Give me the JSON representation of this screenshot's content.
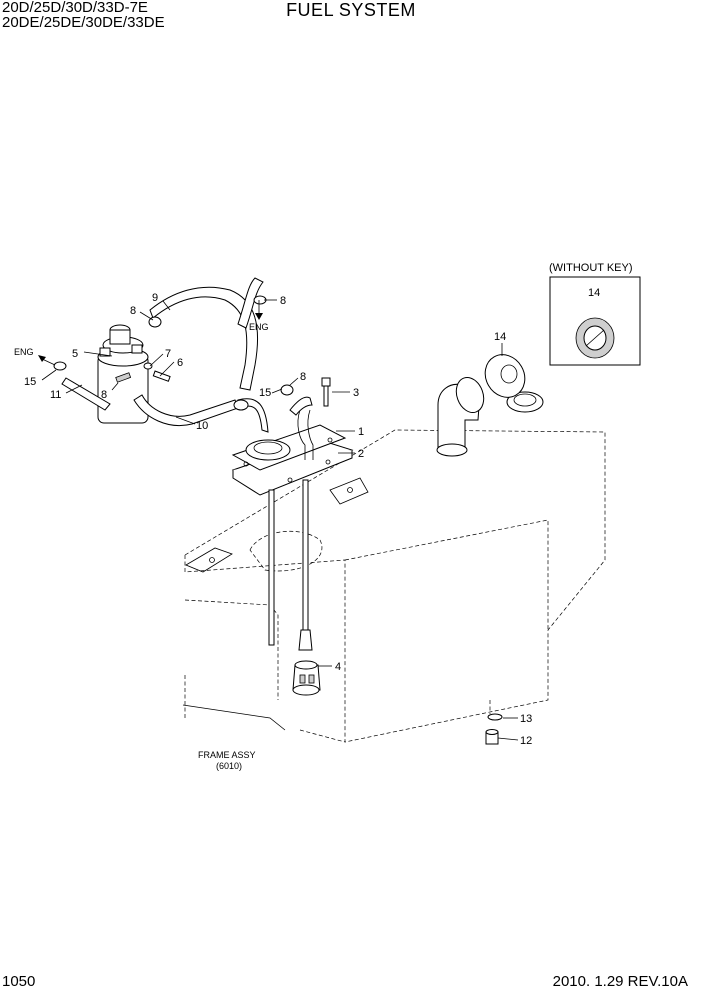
{
  "header": {
    "models_line1": "20D/25D/30D/33D-7E",
    "models_line2": "20DE/25DE/30DE/33DE",
    "title": "FUEL SYSTEM"
  },
  "footer": {
    "page_number": "1050",
    "revision": "2010. 1.29 REV.10A"
  },
  "annotations": {
    "without_key": "(WITHOUT KEY)",
    "eng_filter": "ENG",
    "eng_hose": "ENG",
    "frame_assy": "FRAME ASSY",
    "frame_assy_ref": "(6010)"
  },
  "callouts": {
    "c1": "1",
    "c2": "2",
    "c3": "3",
    "c4": "4",
    "c5": "5",
    "c6": "6",
    "c7": "7",
    "c8a": "8",
    "c8b": "8",
    "c8c": "8",
    "c8d": "8",
    "c9": "9",
    "c10": "10",
    "c11": "11",
    "c12": "12",
    "c13": "13",
    "c14a": "14",
    "c14b": "14",
    "c15a": "15",
    "c15b": "15"
  }
}
